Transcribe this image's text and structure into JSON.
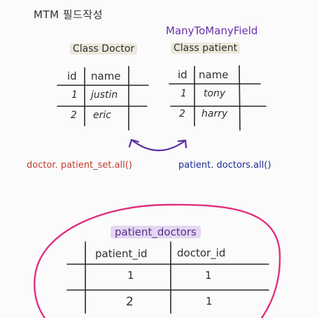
{
  "note_title": "MTM 필드작성",
  "mtm_field_label": "ManyToManyField",
  "doctor_table": {
    "class_label": "Class Doctor",
    "headers": [
      "id",
      "name"
    ],
    "rows": [
      [
        "1",
        "justin"
      ],
      [
        "2",
        "eric"
      ]
    ]
  },
  "patient_table": {
    "class_label": "Class patient",
    "headers": [
      "id",
      "name"
    ],
    "rows": [
      [
        "1",
        "tony"
      ],
      [
        "2",
        "harry"
      ]
    ]
  },
  "doctor_access": "doctor. patient_set.all()",
  "patient_access": "patient. doctors.all()",
  "join_table": {
    "name": "patient_doctors",
    "headers": [
      "patient_id",
      "doctor_id"
    ],
    "rows": [
      [
        "1",
        "1"
      ],
      [
        "2",
        "1"
      ]
    ]
  },
  "colors": {
    "ink": "#2f2f2f",
    "purple": "#6a2fa8",
    "red": "#c23a2b",
    "blue": "#1d2c8f",
    "circle": "#e0307e"
  }
}
